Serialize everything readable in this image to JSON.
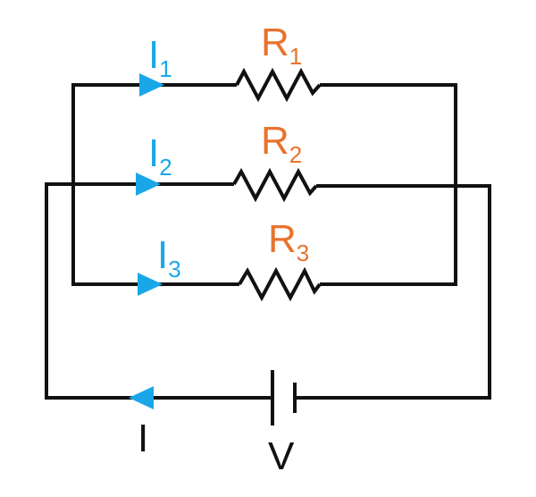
{
  "colors": {
    "wire": "#111111",
    "current": "#1aa7e8",
    "resistor_label": "#e8732d",
    "text": "#111111",
    "background": "#ffffff"
  },
  "resistors": [
    {
      "letter": "R",
      "sub": "1"
    },
    {
      "letter": "R",
      "sub": "2"
    },
    {
      "letter": "R",
      "sub": "3"
    }
  ],
  "branch_currents": [
    {
      "letter": "I",
      "sub": "1"
    },
    {
      "letter": "I",
      "sub": "2"
    },
    {
      "letter": "I",
      "sub": "3"
    }
  ],
  "total_current": "I",
  "voltage": "V"
}
